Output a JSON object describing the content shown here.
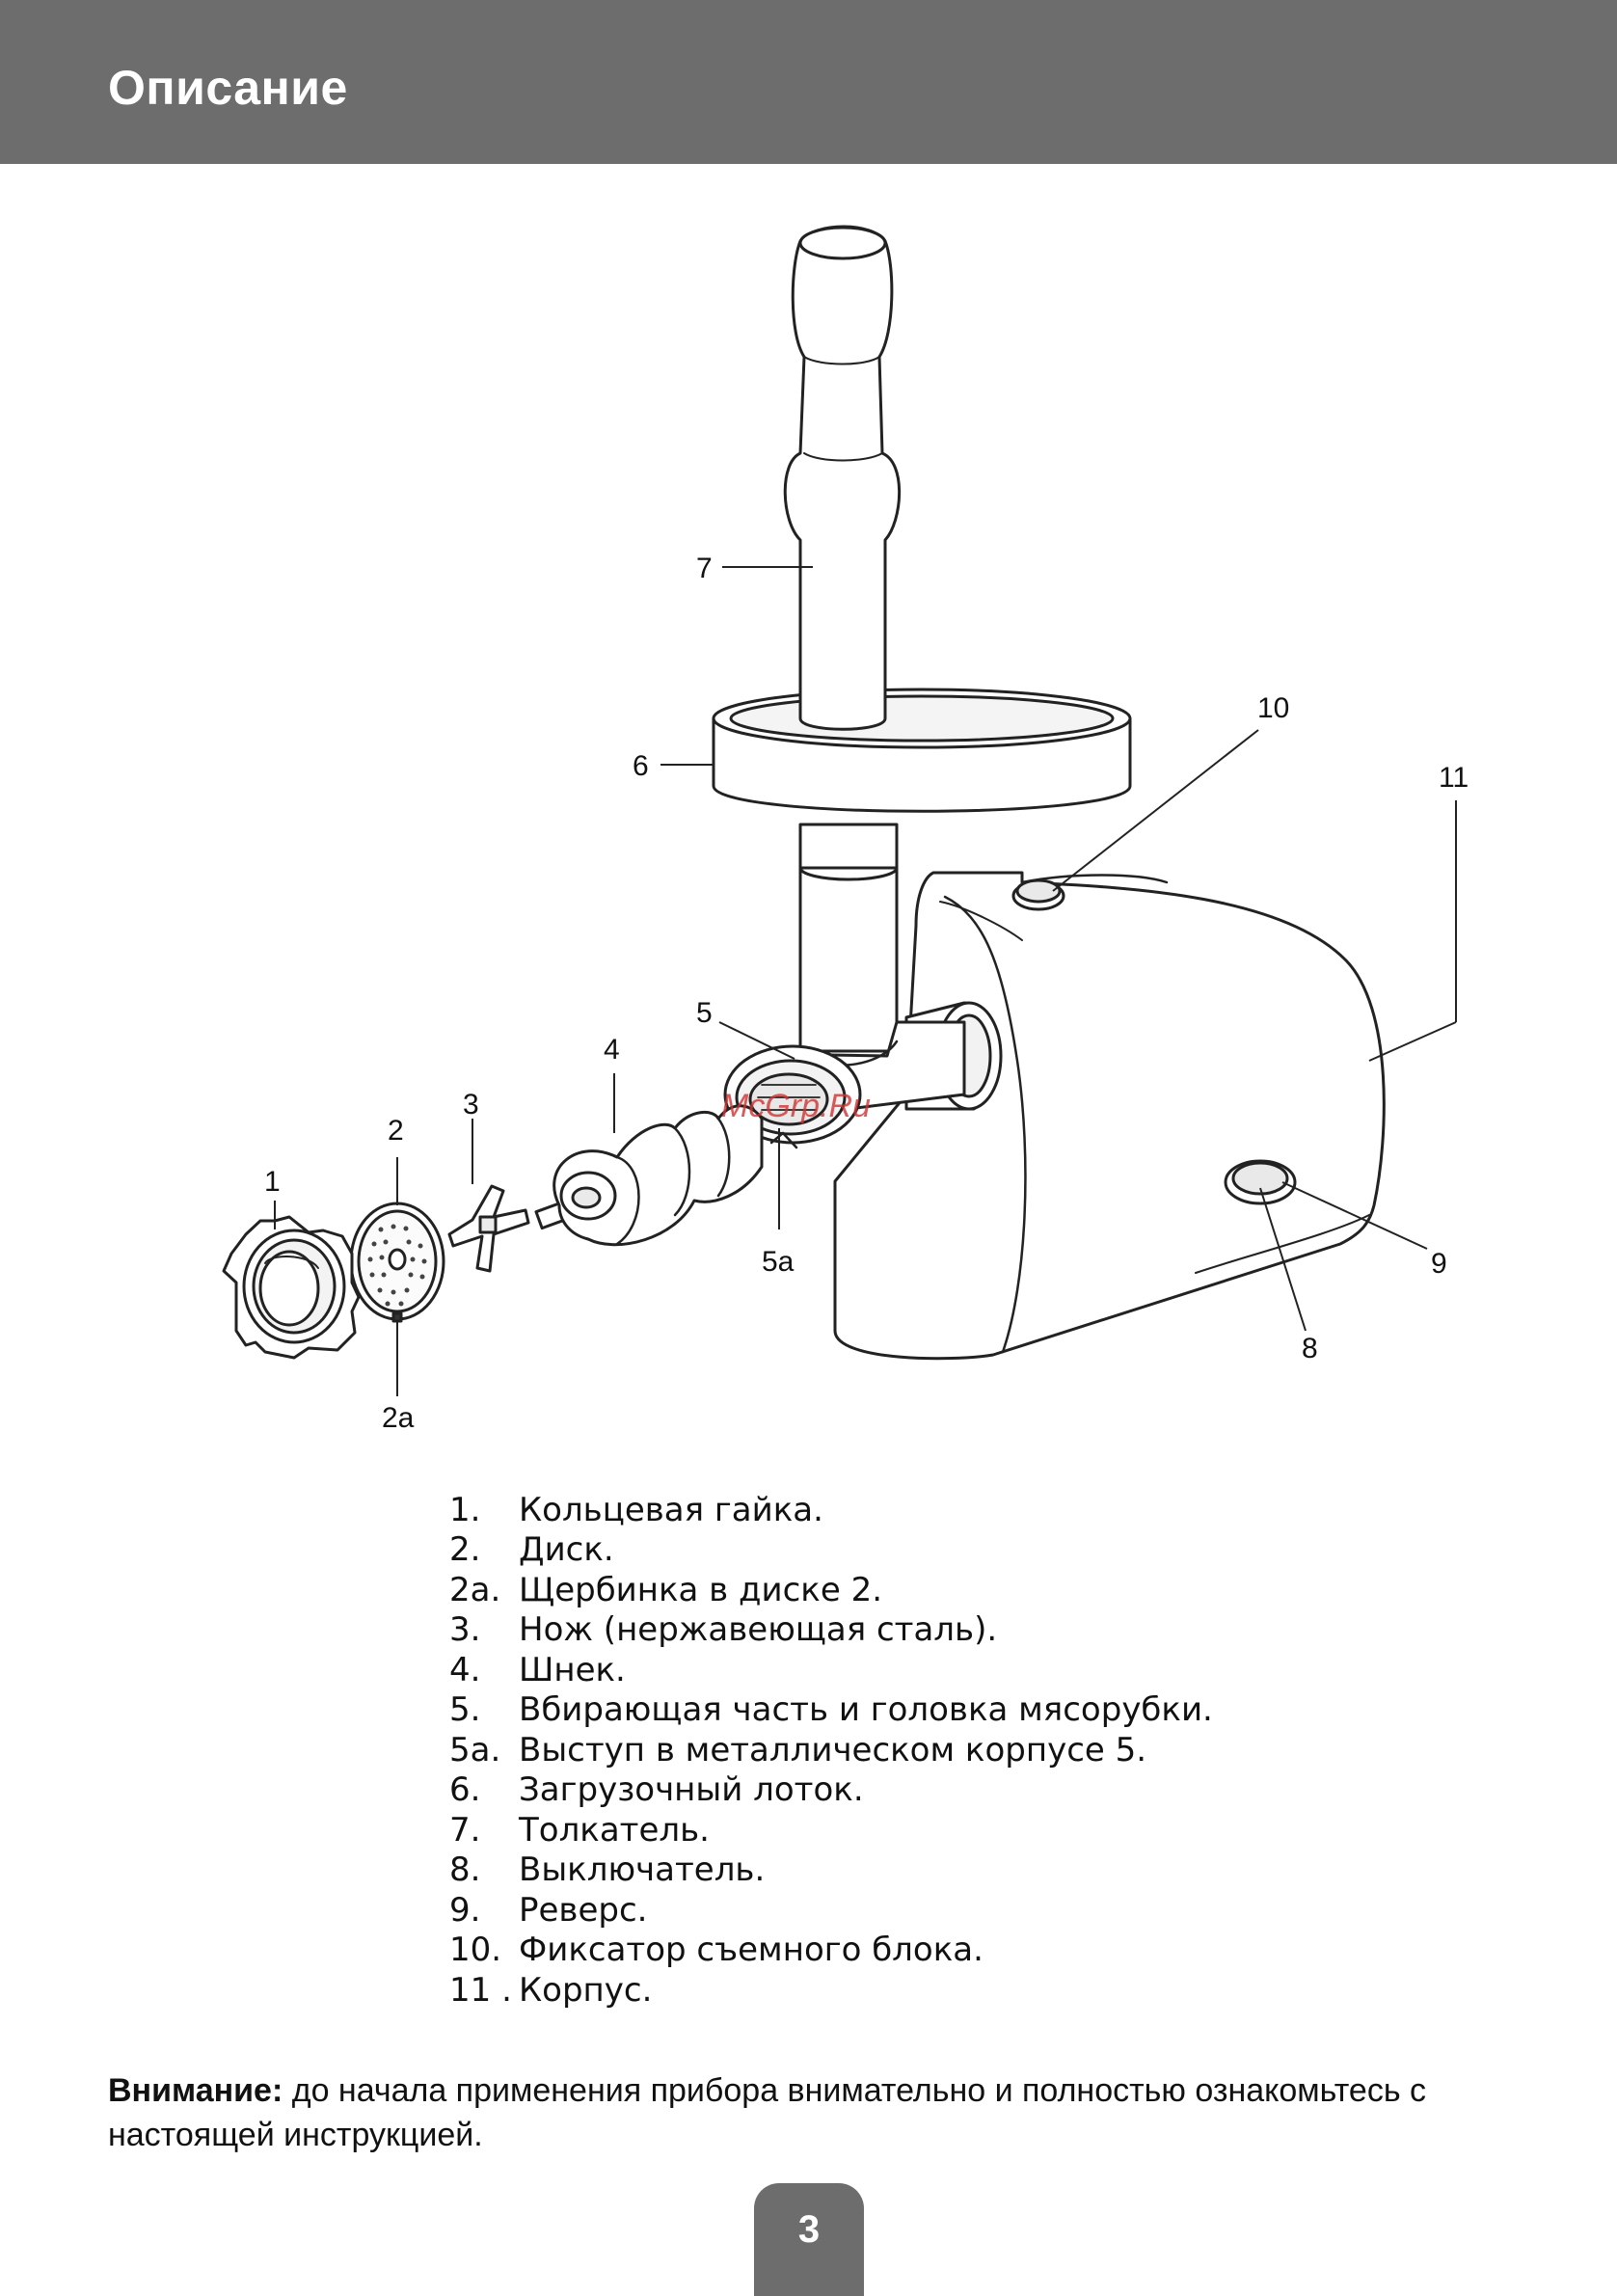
{
  "header": {
    "title": "Описание"
  },
  "diagram": {
    "callouts": {
      "c1": "1",
      "c2": "2",
      "c2a": "2a",
      "c3": "3",
      "c4": "4",
      "c5": "5",
      "c5a": "5a",
      "c6": "6",
      "c7": "7",
      "c8": "8",
      "c9": "9",
      "c10": "10",
      "c11": "11"
    },
    "watermark": "McGrp.Ru"
  },
  "legend": [
    {
      "num": "1.",
      "text": "Кольцевая гайка."
    },
    {
      "num": "2.",
      "text": "Диск."
    },
    {
      "num": "2a.",
      "text": "Щербинка в диске 2."
    },
    {
      "num": "3.",
      "text": "Нож (нержавеющая сталь)."
    },
    {
      "num": "4.",
      "text": "Шнек."
    },
    {
      "num": "5.",
      "text": "Вбирающая часть и головка мясорубки."
    },
    {
      "num": "5a.",
      "text": "Выступ в металлическом корпусе 5."
    },
    {
      "num": "6.",
      "text": "Загрузочный лоток."
    },
    {
      "num": "7.",
      "text": "Толкатель."
    },
    {
      "num": "8.",
      "text": "Выключатель."
    },
    {
      "num": "9.",
      "text": "Реверс."
    },
    {
      "num": "10.",
      "text": "Фиксатор съемного блока."
    },
    {
      "num": "11 .",
      "text": "Корпус."
    }
  ],
  "notice": {
    "label": "Внимание:",
    "text": " до начала применения прибора внимательно и полностью ознакомьтесь с настоящей инструкцией."
  },
  "page_number": "3"
}
